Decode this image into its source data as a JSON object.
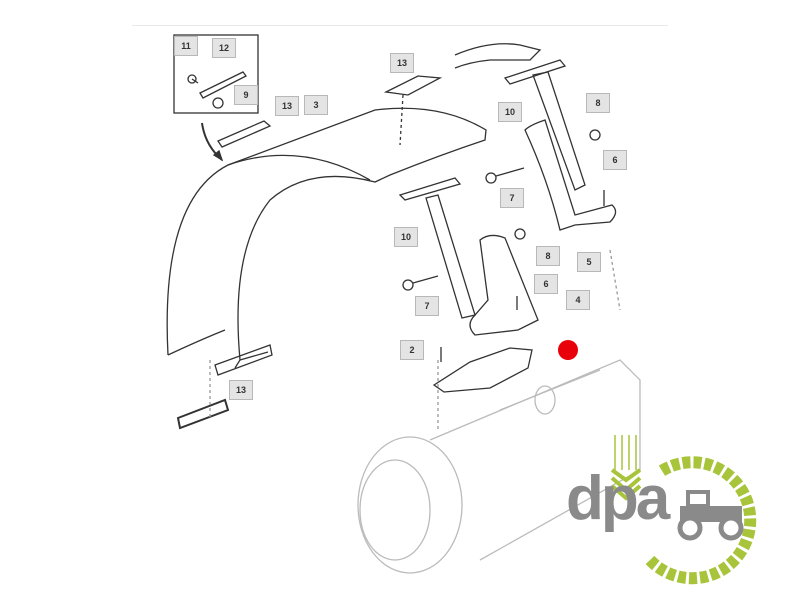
{
  "callouts": {
    "inset_11": "11",
    "inset_12": "12",
    "inset_9": "9",
    "bracket_13_left": "13",
    "fender_3": "3",
    "bracket_13_top": "13",
    "stay_10_right": "10",
    "nut_8_right": "8",
    "bolt_6_right": "6",
    "bolt_7_upper": "7",
    "stay_10_left": "10",
    "nut_8_left": "8",
    "bolt_6_left": "6",
    "bracket_5": "5",
    "bracket_4": "4",
    "bolt_7_lower": "7",
    "bolt_2": "2",
    "bracket_13_bottom": "13"
  },
  "logo": {
    "text": "dpa"
  },
  "colors": {
    "marker": "#e8000b",
    "logo_green": "#a8c43a",
    "logo_gray": "#8a8a8a",
    "line": "#333333"
  }
}
